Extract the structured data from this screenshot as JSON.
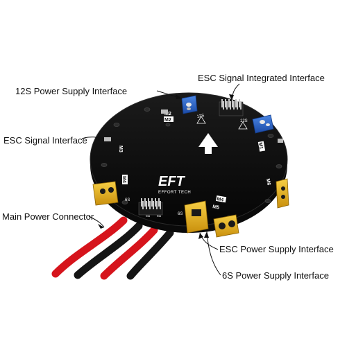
{
  "board": {
    "brand_logo": "EFT",
    "brand_name": "EFFORT TECH",
    "motor_labels": [
      "M2",
      "M3",
      "M4",
      "M5",
      "M6",
      "M1"
    ],
    "port_labels": {
      "twelve_s": "12S",
      "six_s_left": "6S",
      "six_s_right": "6S"
    },
    "colors": {
      "board": "#0c0c0c",
      "board_edge": "#1e1e1e",
      "connector_yellow": "#e8b21a",
      "connector_blue": "#2a66c9",
      "cable_red": "#d6141c",
      "cable_black": "#151515"
    }
  },
  "callouts": {
    "supply_12s": "12S Power Supply Interface",
    "esc_signal_integrated": "ESC Signal Integrated Interface",
    "esc_signal": "ESC Signal Interface",
    "main_power": "Main Power Connector",
    "esc_power": "ESC Power Supply Interface",
    "supply_6s": "6S Power Supply Interface"
  },
  "icons": {
    "direction": "forward-arrow-icon"
  }
}
